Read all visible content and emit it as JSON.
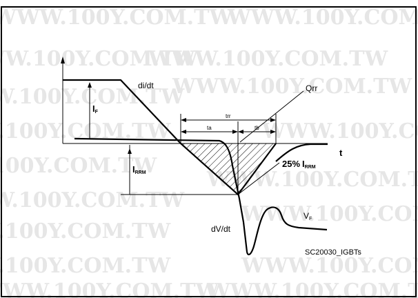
{
  "watermark": "WWW.100Y.COM.TW",
  "labels": {
    "di_dt": "di/dt",
    "qrr": "Qrr",
    "trr": "trr",
    "ta": "ta",
    "tb": "tb",
    "t_axis": "t",
    "if_main": "I",
    "if_sub": "F",
    "irrm_main": "I",
    "irrm_sub": "RRM",
    "pct_25": "25%",
    "pct_irrm_main": "I",
    "pct_irrm_sub": "RRM",
    "dv_dt": "dV/dt",
    "vf_main": "V",
    "vf_sub": "F",
    "figure_id": "SC20030_IGBTs"
  }
}
